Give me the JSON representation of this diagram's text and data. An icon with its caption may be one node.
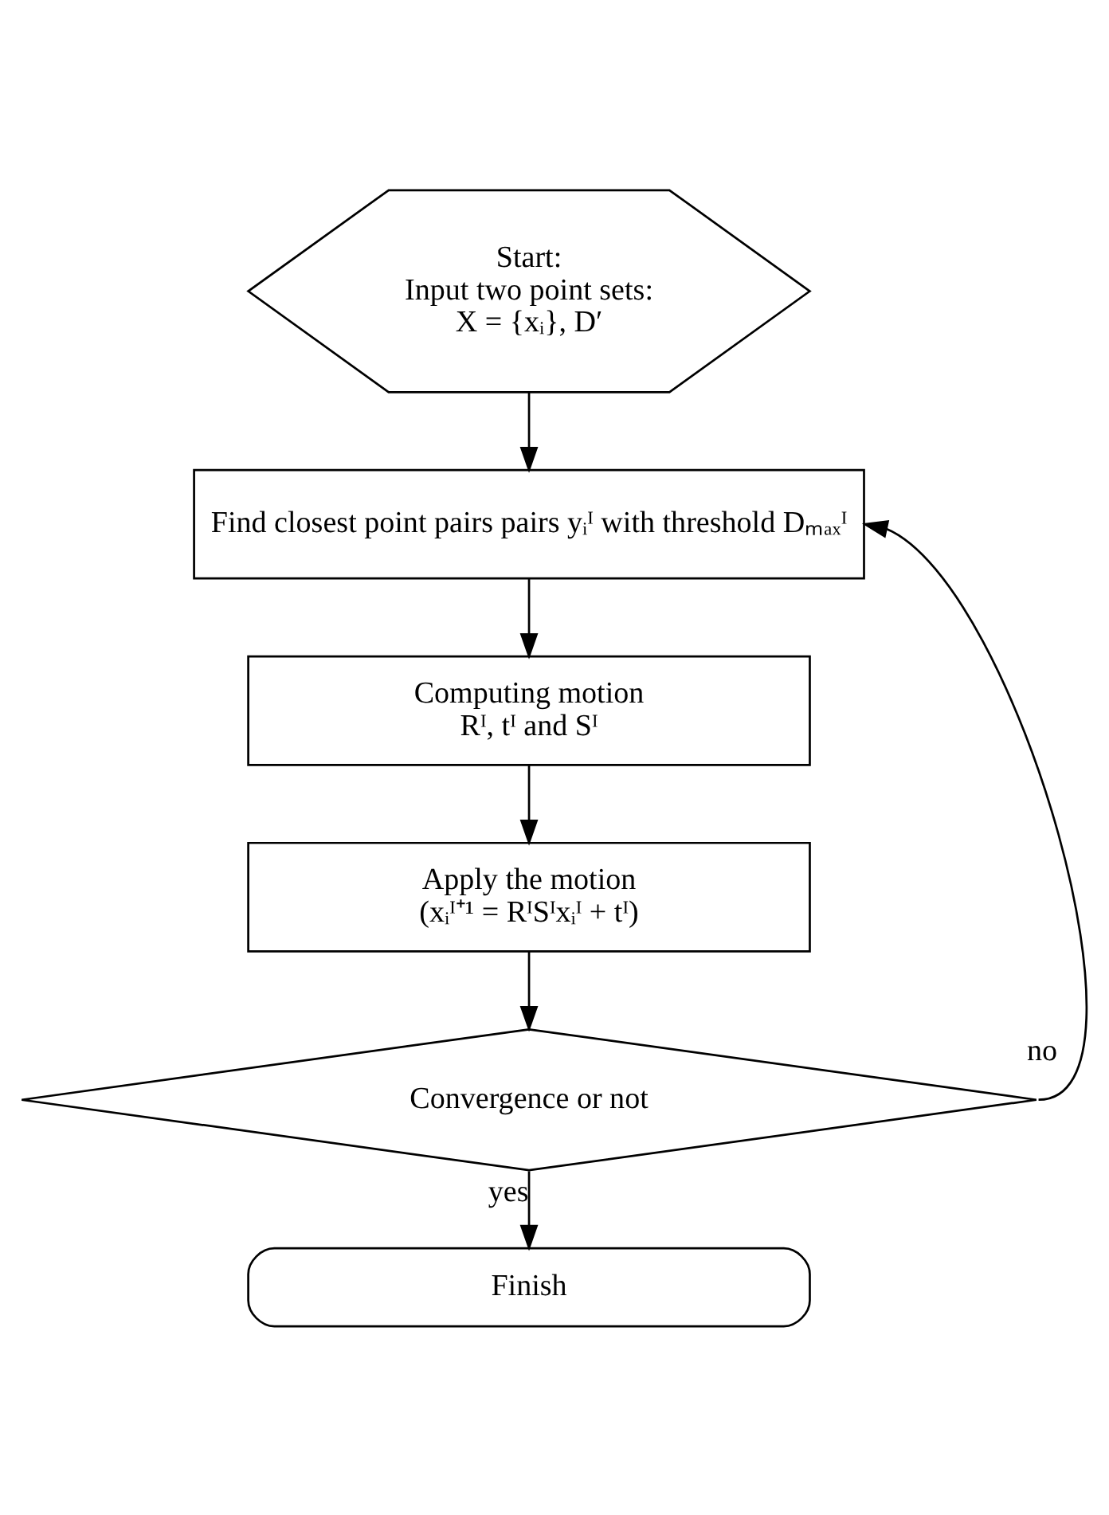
{
  "diagram": {
    "nodes": [
      {
        "text": [
          "Start:",
          "Input two point sets:",
          "X = {xᵢ}, D′"
        ]
      },
      {
        "text": [
          "Find closest point pairs pairs yᵢᴵ with threshold Dₘₐₓᴵ"
        ]
      },
      {
        "text": [
          "Computing motion",
          "Rᴵ, tᴵ and Sᴵ"
        ]
      },
      {
        "text": [
          "Apply the motion",
          "(xᵢᴵ⁺¹ = RᴵSᴵxᵢᴵ + tᴵ)"
        ]
      },
      {
        "text": [
          "Convergence or not"
        ]
      },
      {
        "text": [
          "Finish"
        ]
      }
    ],
    "edges": [
      {
        "from": 0,
        "to": 1,
        "arrow": "to"
      },
      {
        "from": 1,
        "to": 2,
        "arrow": "to"
      },
      {
        "from": 2,
        "to": 3,
        "arrow": "to"
      },
      {
        "from": 3,
        "to": 4,
        "arrow": "to"
      },
      {
        "from": 4,
        "to": 5,
        "arrow": "to",
        "label": "yes"
      },
      {
        "from": 4,
        "to": 1,
        "arrow": "to",
        "label": "no"
      }
    ]
  }
}
